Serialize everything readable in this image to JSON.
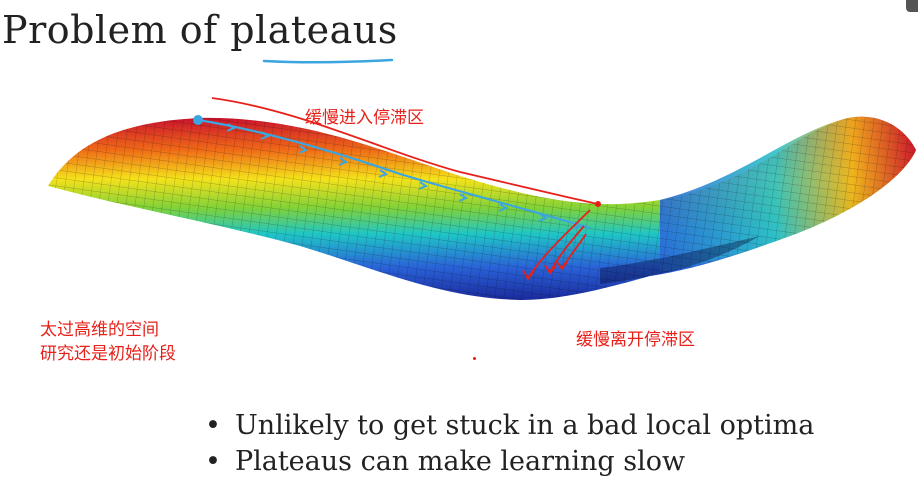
{
  "slide": {
    "title": "Problem of plateaus",
    "bullets": [
      "Unlikely to get stuck in a bad local optima",
      "Plateaus can make learning slow"
    ]
  },
  "annotations": {
    "enter_plateau": "缓慢进入停滞区",
    "high_dim_line1": "太过高维的空间",
    "high_dim_line2": "研究还是初始阶段",
    "exit_plateau": "缓慢离开停滞区"
  },
  "colors": {
    "annotation": "#e8201a",
    "path": "#3ba6e0",
    "underline": "#3ba6e0",
    "surface_high": "#c8102e",
    "surface_mid": "#f5e21a",
    "surface_low": "#1a2a9c"
  }
}
